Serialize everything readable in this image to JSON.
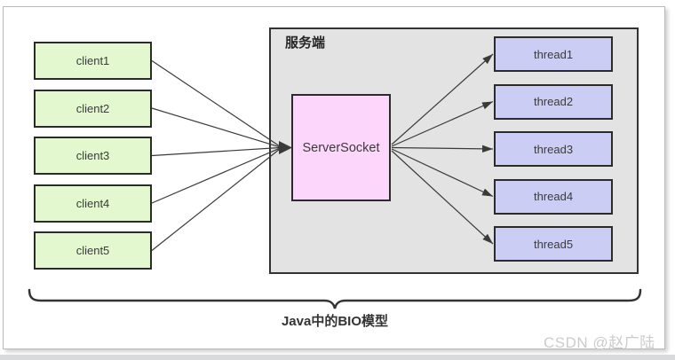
{
  "diagram": {
    "panel_label": "服务端",
    "server_socket_label": "ServerSocket",
    "clients": [
      "client1",
      "client2",
      "client3",
      "client4",
      "client5"
    ],
    "threads": [
      "thread1",
      "thread2",
      "thread3",
      "thread4",
      "thread5"
    ],
    "caption": "Java中的BIO模型",
    "watermark": "CSDN @赵广陆",
    "colors": {
      "client_fill": "#e4f8d0",
      "thread_fill": "#cccdf5",
      "server_socket_fill": "#fcd7fb",
      "panel_fill": "#e3e3e3",
      "box_border": "#2b2b2b",
      "arrow_line": "#3a3a3a",
      "brace": "#333333",
      "watermark_gray": "#cccccc"
    }
  }
}
